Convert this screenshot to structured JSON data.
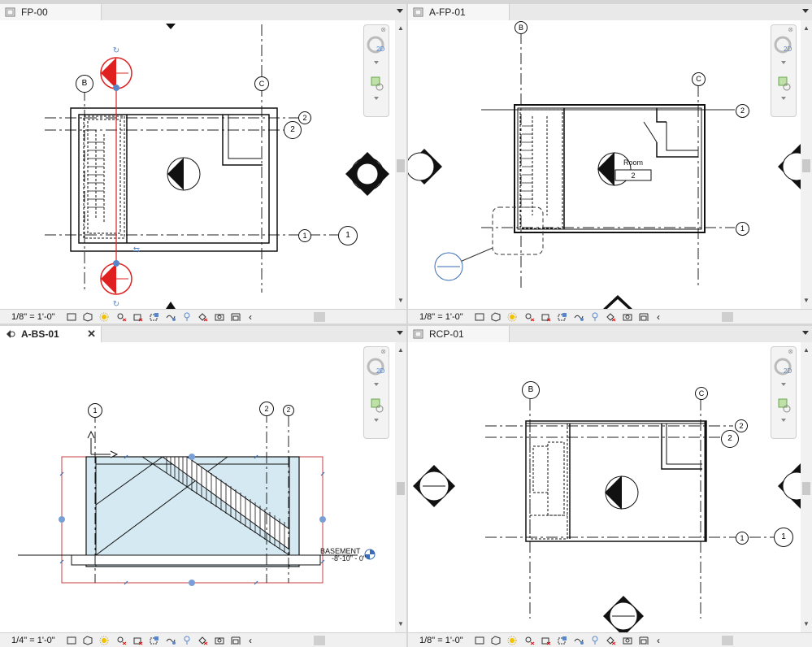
{
  "views": [
    {
      "tab_label": "FP-00",
      "scale": "1/8\" = 1'-0\"",
      "active": false,
      "grid_labels": [
        "B",
        "C",
        "2",
        "2",
        "1",
        "1"
      ]
    },
    {
      "tab_label": "A-FP-01",
      "scale": "1/8\" = 1'-0\"",
      "active": false,
      "grid_labels": [
        "B",
        "C",
        "2",
        "1"
      ],
      "room": {
        "name": "Room",
        "number": "2"
      }
    },
    {
      "tab_label": "A-BS-01",
      "scale": "1/4\" = 1'-0\"",
      "active": true,
      "grid_labels": [
        "1",
        "2",
        "2"
      ],
      "level": {
        "name": "BASEMENT",
        "elevation": "-8'-10\" - 0\""
      }
    },
    {
      "tab_label": "RCP-01",
      "scale": "1/8\" = 1'-0\"",
      "active": false,
      "grid_labels": [
        "B",
        "C",
        "2",
        "2",
        "1",
        "1"
      ]
    }
  ],
  "navbar": {
    "badge": "2D"
  },
  "colors": {
    "selection_red": "#e02020",
    "handle_blue": "#5a86c8",
    "section_fill": "#d5e9f2"
  },
  "icons": [
    "view-tab-icon",
    "close-icon",
    "menu-arrow-icon",
    "navigation-wheel-icon",
    "zoom-icon",
    "detail-level-icon",
    "visual-style-icon",
    "sun-path-icon",
    "shadows-icon",
    "crop-view-icon",
    "show-crop-icon",
    "temporary-hide-icon",
    "reveal-hidden-icon",
    "analytical-model-icon",
    "highlight-displacement-icon",
    "reveal-constraints-icon",
    "scroll-left-icon"
  ]
}
